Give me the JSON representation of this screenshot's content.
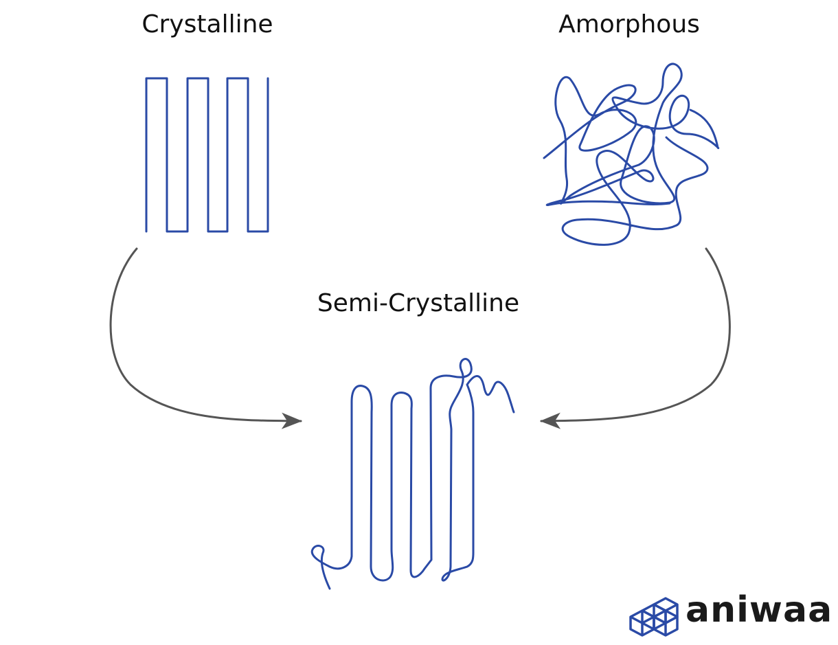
{
  "labels": {
    "crystalline": "Crystalline",
    "amorphous": "Amorphous",
    "semi_crystalline": "Semi-Crystalline"
  },
  "logo": {
    "text": "aniwaa"
  },
  "colors": {
    "chain": "#2a4aa6",
    "arrow": "#555555",
    "text": "#111111",
    "logo_text": "#1a1a1a",
    "logo_icon": "#2a4aa6"
  }
}
